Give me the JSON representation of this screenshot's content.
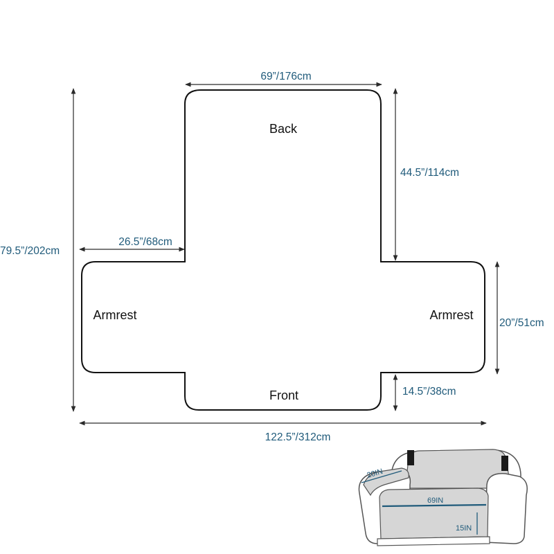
{
  "diagram": {
    "parts": {
      "back": "Back",
      "armrest_left": "Armrest",
      "armrest_right": "Armrest",
      "front": "Front"
    },
    "dimensions": {
      "back_width": "69”/176cm",
      "back_height": "44.5”/114cm",
      "armrest_width": "26.5”/68cm",
      "total_height": "79.5”/202cm",
      "armrest_height": "20”/51cm",
      "front_height": "14.5”/38cm",
      "total_width": "122.5”/312cm"
    },
    "inset": {
      "armrest_label": "20IN",
      "seat_width_label": "69IN",
      "front_label": "15IN"
    },
    "colors": {
      "dimension_text": "#1f5a7a",
      "outline": "#111111",
      "cover": "#d6d6d6",
      "sofa_outline": "#555555",
      "strap": "#1a1a1a"
    }
  }
}
